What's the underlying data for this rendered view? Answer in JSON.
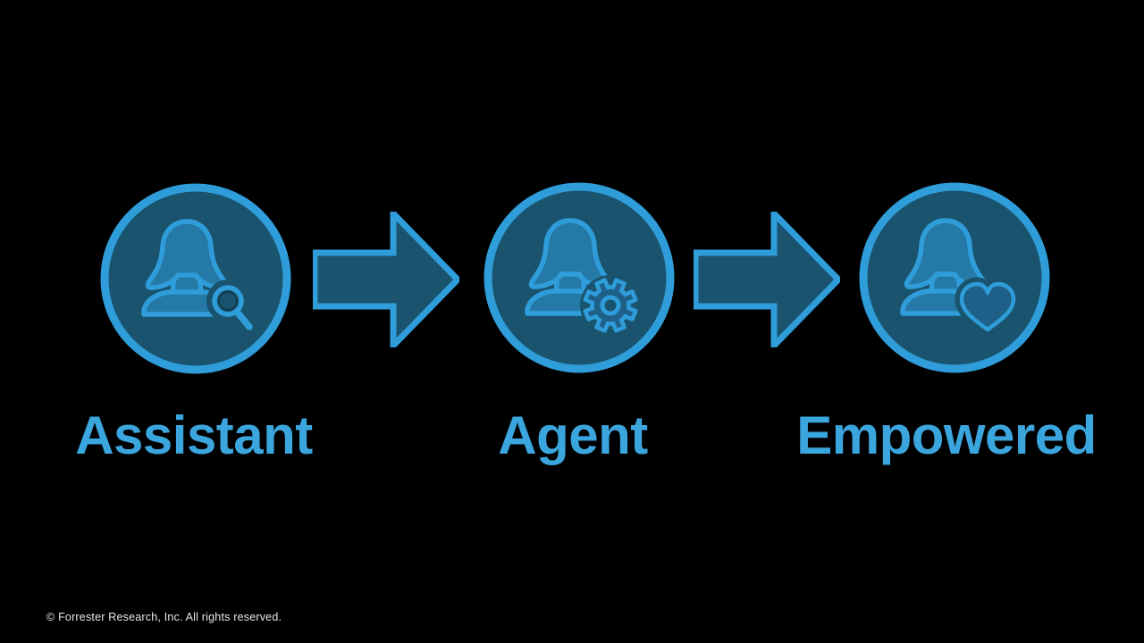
{
  "stages": [
    {
      "label": "Assistant",
      "icon": "person-with-magnifier"
    },
    {
      "label": "Agent",
      "icon": "person-with-gear"
    },
    {
      "label": "Empowered",
      "icon": "person-with-heart"
    }
  ],
  "arrows": [
    {
      "name": "arrow-assistant-to-agent",
      "direction": "right"
    },
    {
      "name": "arrow-agent-to-empowered",
      "direction": "right"
    }
  ],
  "footer": {
    "copyright": "© Forrester Research, Inc. All rights reserved."
  },
  "colors": {
    "background": "#000000",
    "bright": "#2F9DDA",
    "circle_fill": "#19536E",
    "person_fill": "#2579A6",
    "badge_fill": "#1F6088",
    "label_text": "#3BA5DE",
    "footer_text": "#E8E8E8"
  }
}
